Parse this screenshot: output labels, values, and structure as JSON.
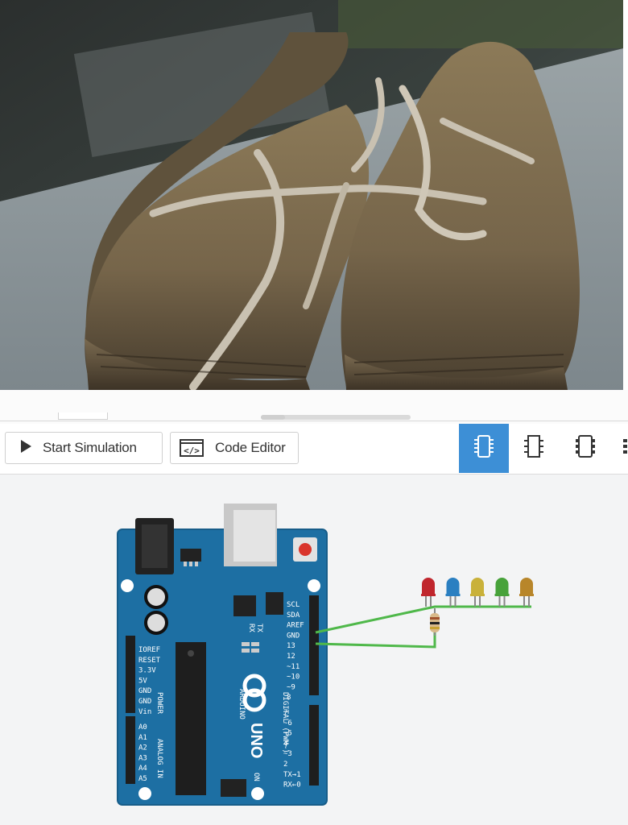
{
  "photo": {
    "subject_icon": "canvas-sneakers-photo"
  },
  "toolbar": {
    "start_simulation_label": "Start Simulation",
    "code_editor_label": "Code Editor",
    "code_editor_icon": "</>",
    "accent_color": "#3d8fd6"
  },
  "board": {
    "brand": "ARDUINO",
    "model": "UNO",
    "on_label": "ON",
    "tx_label": "TX",
    "rx_label": "RX",
    "color": "#1d6fa3",
    "power_label": "POWER",
    "analog_label": "ANALOG IN",
    "digital_label": "DIGITAL (PWM~)",
    "power_pins": [
      "IOREF",
      "RESET",
      "3.3V",
      "5V",
      "GND",
      "GND",
      "Vin"
    ],
    "analog_pins": [
      "A0",
      "A1",
      "A2",
      "A3",
      "A4",
      "A5"
    ],
    "top_pins": [
      "SCL",
      "SDA",
      "AREF",
      "GND",
      "13",
      "12",
      "~11",
      "~10",
      "~9",
      "8"
    ],
    "bottom_pins": [
      "7",
      "~6",
      "~5",
      "4",
      "~3",
      "2",
      "TX→1",
      "RX←0"
    ]
  },
  "circuit": {
    "leds": [
      "#c0262d",
      "#2a7fc1",
      "#c9b13a",
      "#47a23a",
      "#b8862a"
    ],
    "wire_color": "#4fb84a"
  }
}
